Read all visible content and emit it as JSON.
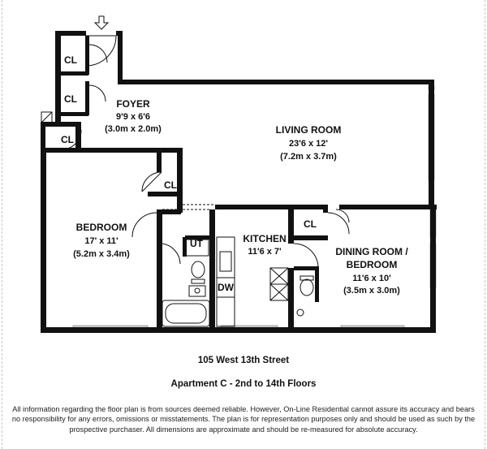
{
  "rooms": {
    "foyer": {
      "name": "FOYER",
      "dim_imperial": "9'9 x 6'6",
      "dim_metric": "(3.0m x 2.0m)"
    },
    "living": {
      "name": "LIVING ROOM",
      "dim_imperial": "23'6 x 12'",
      "dim_metric": "(7.2m x 3.7m)"
    },
    "bedroom": {
      "name": "BEDROOM",
      "dim_imperial": "17' x 11'",
      "dim_metric": "(5.2m x 3.4m)"
    },
    "kitchen": {
      "name": "KITCHEN",
      "dim_imperial": "11'6 x 7'"
    },
    "dining": {
      "name_line1": "DINING ROOM /",
      "name_line2": "BEDROOM",
      "dim_imperial": "11'6 x 10'",
      "dim_metric": "(3.5m x 3.0m)"
    }
  },
  "labels": {
    "closet": "CL",
    "utility": "UT",
    "dishwasher": "DW"
  },
  "icons": {
    "entry": "down-arrow-icon"
  },
  "footer": {
    "address": "105 West 13th Street",
    "apartment": "Apartment C - 2nd to 14th Floors",
    "disclaimer": "All information regarding the floor plan is from sources deemed reliable.  However, On-Line Residential cannot assure its accuracy and bears no responsibility for any errors, omissions or misstatements.  The plan is for representation purposes only and should be used as such by the prospective purchaser.  All dimensions are approximate and should be re-measured for absolute accuracy."
  },
  "colors": {
    "wall": "#111111",
    "window": "#bfbfbf",
    "background": "#ffffff"
  }
}
